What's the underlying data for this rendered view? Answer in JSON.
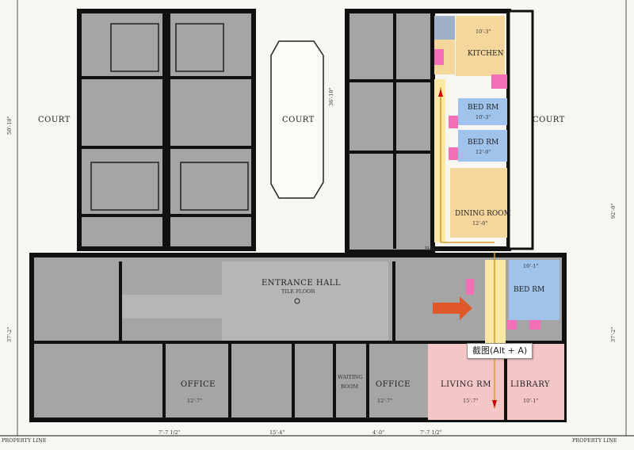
{
  "labels": {
    "court_left": "COURT",
    "court_center": "COURT",
    "court_right": "COURT",
    "entrance_hall": "ENTRANCE HALL",
    "tile_floor": "TILE FLOOR",
    "office_left": "OFFICE",
    "office_right": "OFFICE",
    "waiting_room_1": "WAITING",
    "waiting_room_2": "ROOM",
    "living_rm": "LIVING RM",
    "library": "LIBRARY",
    "dining_room": "DINING ROOM",
    "kitchen": "KITCHEN",
    "bed_rm_1": "BED RM",
    "bed_rm_2": "BED RM",
    "bed_rm_3": "BED RM",
    "property_line_left": "PROPERTY LINE",
    "property_line_right": "PROPERTY LINE",
    "hall": "HALL"
  },
  "dimensions": {
    "dim_50_10": "50'-10\"",
    "dim_36_10": "36'-10\"",
    "dim_92_0": "92'-0\"",
    "dim_37_2_left": "37'-2\"",
    "dim_37_2_right": "37'-2\"",
    "living_w": "15'-7\"",
    "library_w": "10'-1\"",
    "office_left_w": "12'-7\"",
    "office_right_w": "12'-7\"",
    "dining_w": "12'-0\"",
    "kitchen_w": "10'-3\"",
    "bed1": "10'-3\"",
    "bed2": "12'-0\"",
    "bed3": "10'-1\"",
    "bottom_1": "4'-0\"",
    "bottom_2": "7'-7 1/2\"",
    "bottom_3": "15'-4\"",
    "bottom_4": "7'-7 1/2\""
  },
  "tooltip": "截图(Alt + A)",
  "colors": {
    "gray_room": "#a5a5a5",
    "living": "#f5c6c6",
    "dining": "#f5d79e",
    "bed": "#9fc3ea",
    "kitchen_pink": "#f06fb5",
    "arrow": "#e0572a"
  }
}
